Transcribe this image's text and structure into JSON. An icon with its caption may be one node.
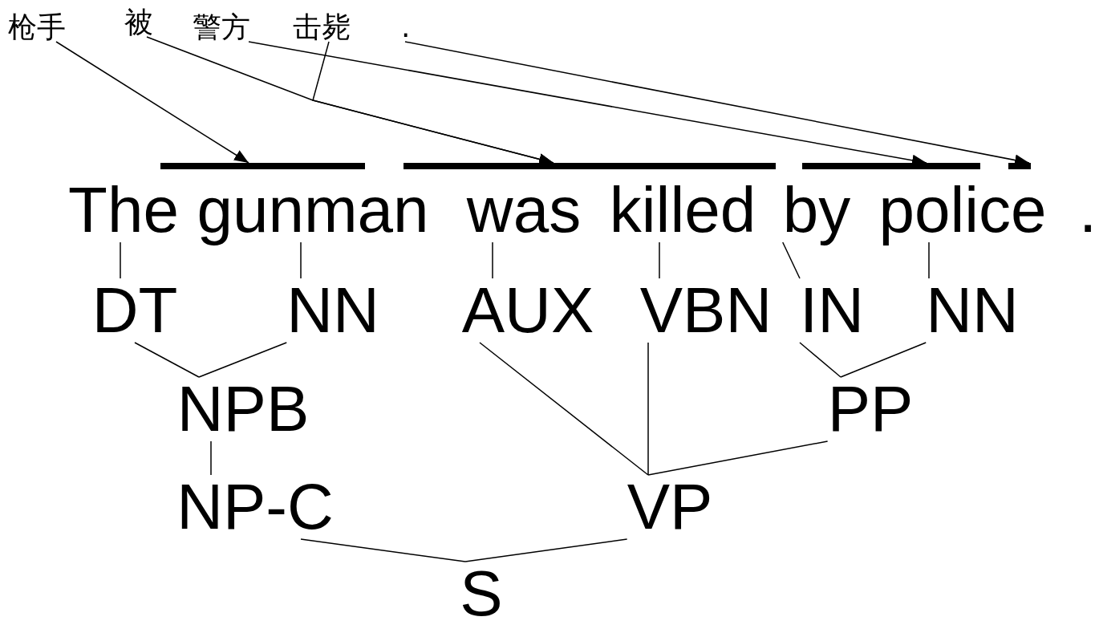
{
  "diagram": {
    "nodes": [
      {
        "text": [
          "枪手"
        ]
      },
      {
        "text": [
          "被"
        ]
      },
      {
        "text": [
          "警方"
        ]
      },
      {
        "text": [
          "击毙"
        ]
      },
      {
        "text": [
          "."
        ]
      },
      {
        "text": [],
        "shape": "bar"
      },
      {
        "text": [],
        "shape": "bar"
      },
      {
        "text": [],
        "shape": "bar"
      },
      {
        "text": [],
        "shape": "bar"
      },
      {
        "text": [
          "The"
        ]
      },
      {
        "text": [
          "gunman"
        ]
      },
      {
        "text": [
          "was"
        ]
      },
      {
        "text": [
          "killed"
        ]
      },
      {
        "text": [
          "by"
        ]
      },
      {
        "text": [
          "police"
        ]
      },
      {
        "text": [
          "."
        ]
      },
      {
        "text": [
          "DT"
        ]
      },
      {
        "text": [
          "NN"
        ]
      },
      {
        "text": [
          "AUX"
        ]
      },
      {
        "text": [
          "VBN"
        ]
      },
      {
        "text": [
          "IN"
        ]
      },
      {
        "text": [
          "NN"
        ]
      },
      {
        "text": [
          "NPB"
        ]
      },
      {
        "text": [
          "PP"
        ]
      },
      {
        "text": [
          "NP-C"
        ]
      },
      {
        "text": [
          "VP"
        ]
      },
      {
        "text": [
          "S"
        ]
      }
    ],
    "edges": [
      {
        "from": 0,
        "to": 5,
        "arrow": "to"
      },
      {
        "from": 1,
        "to": 6,
        "arrow": "to"
      },
      {
        "from": 3,
        "to": 6,
        "arrow": "to"
      },
      {
        "from": 2,
        "to": 7,
        "arrow": "to"
      },
      {
        "from": 4,
        "to": 8,
        "arrow": "to"
      },
      {
        "from": 9,
        "to": 16,
        "arrow": "none"
      },
      {
        "from": 10,
        "to": 17,
        "arrow": "none"
      },
      {
        "from": 11,
        "to": 18,
        "arrow": "none"
      },
      {
        "from": 12,
        "to": 19,
        "arrow": "none"
      },
      {
        "from": 13,
        "to": 20,
        "arrow": "none"
      },
      {
        "from": 14,
        "to": 21,
        "arrow": "none"
      },
      {
        "from": 16,
        "to": 22,
        "arrow": "none"
      },
      {
        "from": 17,
        "to": 22,
        "arrow": "none"
      },
      {
        "from": 20,
        "to": 23,
        "arrow": "none"
      },
      {
        "from": 21,
        "to": 23,
        "arrow": "none"
      },
      {
        "from": 18,
        "to": 25,
        "arrow": "none"
      },
      {
        "from": 19,
        "to": 25,
        "arrow": "none"
      },
      {
        "from": 23,
        "to": 25,
        "arrow": "none"
      },
      {
        "from": 22,
        "to": 24,
        "arrow": "none"
      },
      {
        "from": 24,
        "to": 26,
        "arrow": "none"
      },
      {
        "from": 25,
        "to": 26,
        "arrow": "none"
      }
    ]
  }
}
